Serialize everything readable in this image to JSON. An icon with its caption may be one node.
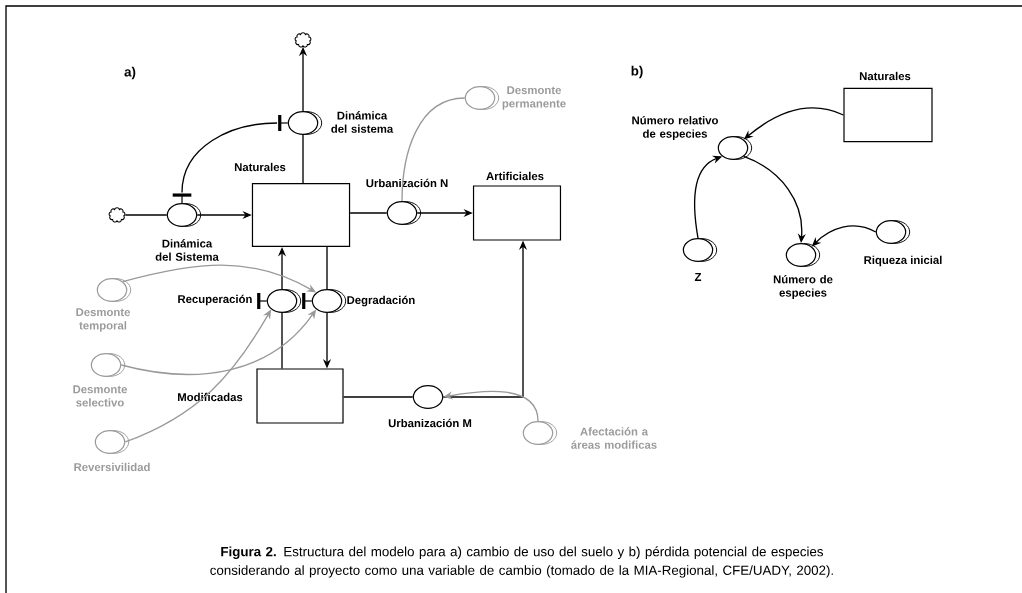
{
  "diagram": {
    "caption": "**Figura 2.** Estructura del modelo para a) cambio de uso del suelo y b) pérdida potencial de especies considerando al proyecto como una variable de cambio (tomado de la MIA-Regional, CFE/UADY, 2002).",
    "nodes": [
      {
        "text": [],
        "shape": "cloud"
      },
      {
        "text": [],
        "shape": "cloud"
      },
      {
        "text": [
          "Dinámica del sistema"
        ]
      },
      {
        "text": [
          "Dinámica del Sistema"
        ]
      },
      {
        "text": [
          "Naturales"
        ]
      },
      {
        "text": [
          "Urbanización N"
        ]
      },
      {
        "text": [
          "Artificiales"
        ]
      },
      {
        "text": [
          "Desmonte permanente"
        ]
      },
      {
        "text": [
          "Recuperación"
        ]
      },
      {
        "text": [
          "Degradación"
        ]
      },
      {
        "text": [
          "Modificadas"
        ]
      },
      {
        "text": [
          "Urbanización M"
        ]
      },
      {
        "text": [
          "Afectación a áreas modificas"
        ]
      },
      {
        "text": [
          "Desmonte temporal"
        ]
      },
      {
        "text": [
          "Desmonte selectivo"
        ]
      },
      {
        "text": [
          "Reversivilidad"
        ]
      },
      {
        "text": [
          "Naturales"
        ]
      },
      {
        "text": [
          "Número relativo de especies"
        ]
      },
      {
        "text": [
          "Z"
        ]
      },
      {
        "text": [
          "Número de especies"
        ]
      },
      {
        "text": [
          "Riqueza inicial"
        ]
      }
    ],
    "edges": [
      {
        "from": 1,
        "to": 3,
        "arrow": "none"
      },
      {
        "from": 3,
        "to": 4,
        "arrow": "to"
      },
      {
        "from": 4,
        "to": 2,
        "arrow": "none"
      },
      {
        "from": 2,
        "to": 0,
        "arrow": "to"
      },
      {
        "from": 4,
        "to": 5,
        "arrow": "none"
      },
      {
        "from": 5,
        "to": 6,
        "arrow": "to"
      },
      {
        "from": 10,
        "to": 8,
        "arrow": "none"
      },
      {
        "from": 8,
        "to": 4,
        "arrow": "to"
      },
      {
        "from": 4,
        "to": 9,
        "arrow": "none"
      },
      {
        "from": 9,
        "to": 10,
        "arrow": "to"
      },
      {
        "from": 10,
        "to": 11,
        "arrow": "none"
      },
      {
        "from": 11,
        "to": 6,
        "arrow": "to"
      },
      {
        "from": 3,
        "to": 2,
        "arrow": "none"
      },
      {
        "from": 7,
        "to": 5,
        "arrow": "none",
        "color": "#999999"
      },
      {
        "from": 13,
        "to": 9,
        "arrow": "to",
        "color": "#999999"
      },
      {
        "from": 14,
        "to": 9,
        "arrow": "to",
        "color": "#999999"
      },
      {
        "from": 15,
        "to": 8,
        "arrow": "to",
        "color": "#999999"
      },
      {
        "from": 12,
        "to": 11,
        "arrow": "to",
        "color": "#999999"
      },
      {
        "from": 16,
        "to": 17,
        "arrow": "to"
      },
      {
        "from": 18,
        "to": 17,
        "arrow": "to"
      },
      {
        "from": 17,
        "to": 19,
        "arrow": "to"
      },
      {
        "from": 20,
        "to": 19,
        "arrow": "to"
      }
    ],
    "labels": [
      "a)",
      "b)"
    ]
  }
}
